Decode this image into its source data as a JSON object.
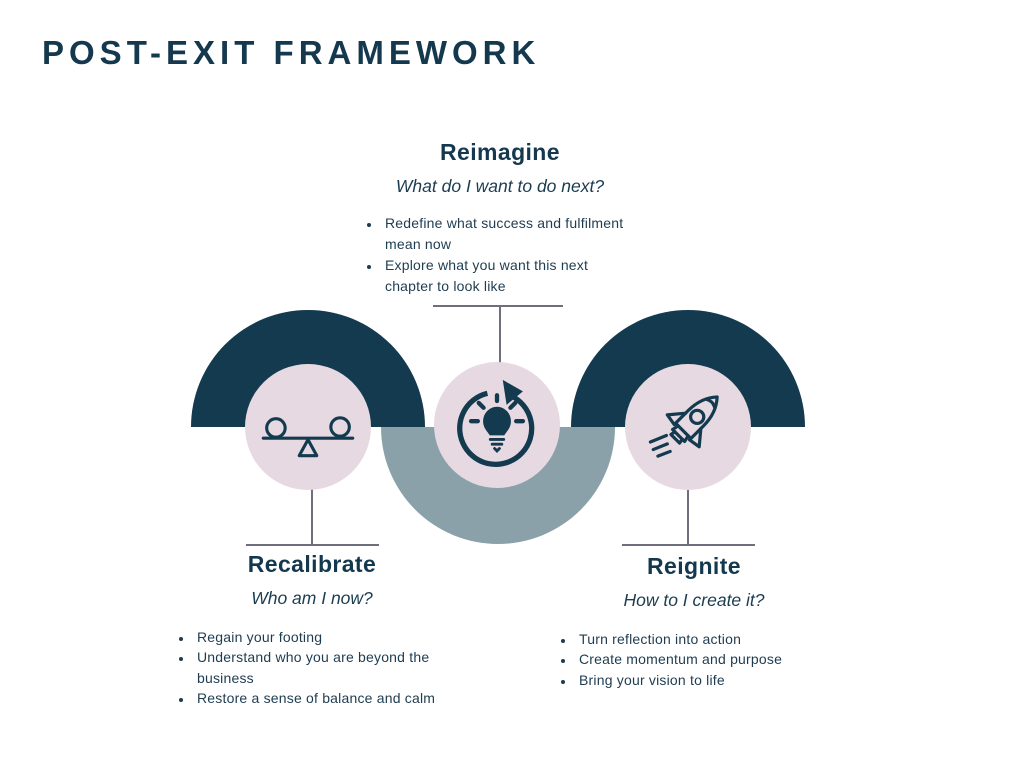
{
  "title": "POST-EXIT FRAMEWORK",
  "phases": {
    "reimagine": {
      "name": "Reimagine",
      "question": "What do I want to do next?",
      "icon": "lightbulb-cycle-icon",
      "bullets": [
        "Redefine what success and fulfilment mean now",
        "Explore what you want this next chapter to look like"
      ]
    },
    "recalibrate": {
      "name": "Recalibrate",
      "question": "Who am I now?",
      "icon": "balance-scale-icon",
      "bullets": [
        "Regain your footing",
        "Understand who you are beyond the business",
        "Restore a sense of balance and calm"
      ]
    },
    "reignite": {
      "name": "Reignite",
      "question": "How to I create it?",
      "icon": "rocket-icon",
      "bullets": [
        "Turn reflection into action",
        "Create momentum and purpose",
        "Bring your vision to life"
      ]
    }
  },
  "colors": {
    "navy": "#133a4f",
    "slate_blue": "#8ba1aa",
    "blush_pink": "#e7d9e1",
    "connector_gray": "#6e6e7e",
    "background": "#ffffff"
  }
}
